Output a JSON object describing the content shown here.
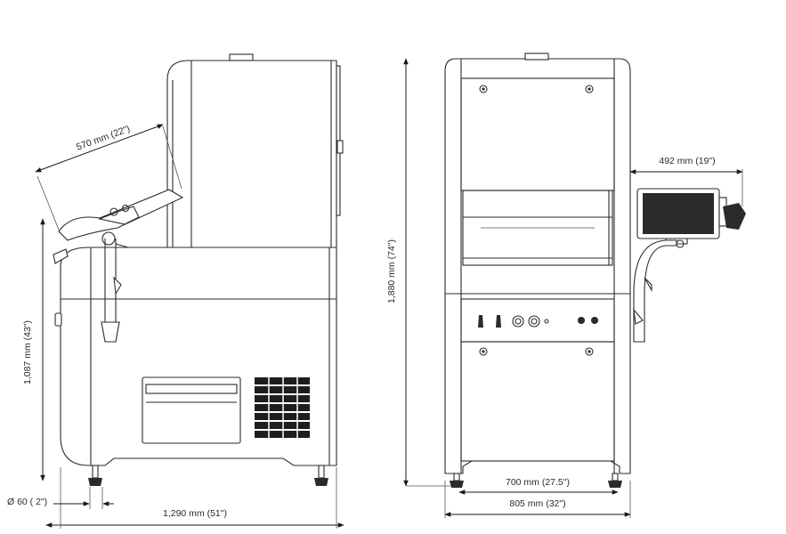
{
  "dimensions": {
    "side_height": "1,087 mm (43\")",
    "side_width": "1,290 mm (51\")",
    "arm_length": "570 mm (22\")",
    "foot_diameter": "Ø 60 ( 2\")",
    "front_height": "1,880 mm (74\")",
    "front_inner_width": "700 mm (27.5\")",
    "front_outer_width": "805 mm (32\")",
    "monitor_reach": "492 mm (19\")"
  },
  "colors": {
    "line": "#2b2b2b",
    "background": "#ffffff"
  }
}
